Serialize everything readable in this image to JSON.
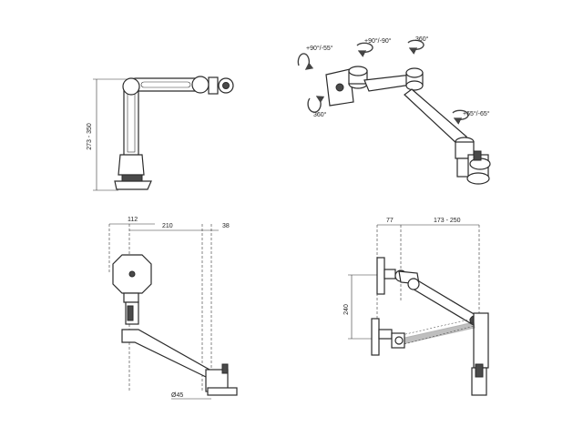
{
  "views": {
    "side": {
      "height_label": "273 - 350"
    },
    "iso": {
      "rot_tilt": "+90°/-55°",
      "rot_pan": "+90°/-90°",
      "rot_joint": "360°",
      "rot_screen": "360°",
      "rot_base": "+65°/-65°"
    },
    "top": {
      "dim_a": "112",
      "dim_b": "210",
      "dim_c": "38",
      "dim_pole": "Ø45"
    },
    "profile": {
      "dim_a": "77",
      "dim_b": "173 - 250",
      "dim_height": "240"
    }
  }
}
